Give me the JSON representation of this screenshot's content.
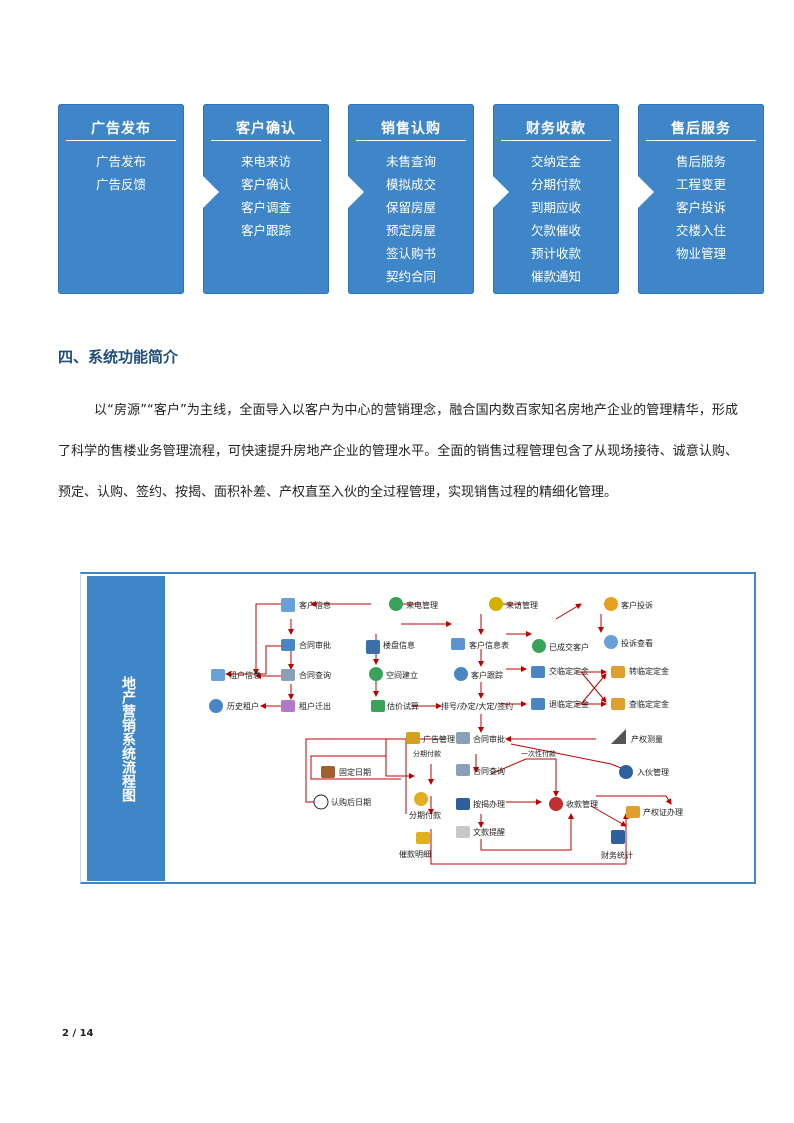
{
  "stages": [
    {
      "title": "广告发布",
      "items": [
        "广告发布",
        "广告反馈"
      ]
    },
    {
      "title": "客户确认",
      "items": [
        "来电来访",
        "客户确认",
        "客户调查",
        "客户跟踪"
      ]
    },
    {
      "title": "销售认购",
      "items": [
        "未售查询",
        "模拟成交",
        "保留房屋",
        "预定房屋",
        "签认购书",
        "契约合同"
      ]
    },
    {
      "title": "财务收款",
      "items": [
        "交纳定金",
        "分期付款",
        "到期应收",
        "欠款催收",
        "预计收款",
        "催款通知"
      ]
    },
    {
      "title": "售后服务",
      "items": [
        "售后服务",
        "工程变更",
        "客户投诉",
        "交楼入住",
        "物业管理"
      ]
    }
  ],
  "section": {
    "heading": "四、系统功能简介"
  },
  "paragraph": "以“房源”“客户”为主线，全面导入以客户为中心的营销理念，融合国内数百家知名房地产企业的管理精华，形成了科学的售楼业务管理流程，可快速提升房地产企业的管理水平。全面的销售过程管理包含了从现场接待、诚意认购、预定、认购、签约、按揭、面积补差、产权直至入伙的全过程管理，实现销售过程的精细化管理。",
  "figure": {
    "side_title": "地产营销系统流程图",
    "nodes": {
      "kehu_xinxi": "客户信息",
      "laidian": "来电管理",
      "laifang": "来访管理",
      "kehu_tousu": "客户投诉",
      "hetong_shenpi_top": "合同审批",
      "loupan": "楼盘信息",
      "kehu_xinxibiao": "客户信息表",
      "yichengjiao": "已成交客户",
      "tousu_chakan": "投诉查看",
      "zuhu_xinxi": "租户信息",
      "hetong_chaxun_left": "合同查询",
      "kongjian": "空间建立",
      "kehu_genzong": "客户跟踪",
      "jiaoluo": "交临定定金",
      "zhuanlin": "转临定定金",
      "lishi_zuhu": "历史租户",
      "zuhu_qianchu": "租户迁出",
      "gujia": "估价试算",
      "paihao": "排号/办定/大定/签约",
      "tuilin": "退临定定金",
      "chalin": "查临定定金",
      "guanggao": "广告管理",
      "hetong_shenpi_mid": "合同审批",
      "chanquan_cehui": "产权测量",
      "guding_riqi": "固定日期",
      "hetong_chaxun_mid": "合同查询",
      "ruhuo": "入伙管理",
      "rengou_riqi": "认购后日期",
      "fenqi": "分期付款",
      "anjie": "按揭办理",
      "shoukuan": "收款管理",
      "chanquanzheng": "产权证办理",
      "wenkuan": "文款提醒",
      "cuikuan": "催款明细",
      "caiwu": "财务统计"
    },
    "edges": {
      "fenqi_label": "分期付款",
      "yici_label": "一次性付款"
    }
  },
  "footer": {
    "page": "2 / 14"
  },
  "colors": {
    "accent": "#3f86c9",
    "arrow": "#c00000",
    "heading": "#1f4e79"
  }
}
